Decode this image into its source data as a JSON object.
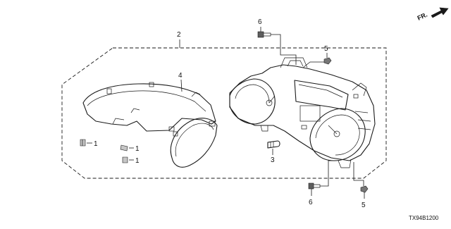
{
  "callouts": {
    "c2": "2",
    "c4": "4",
    "c6_top": "6",
    "c5_top": "5",
    "c1_a": "1",
    "c1_b": "1",
    "c1_c": "1",
    "c3": "3",
    "c6_bottom": "6",
    "c5_bottom": "5"
  },
  "orientation_label": "FR.",
  "diagram_code": "TX94B1200"
}
